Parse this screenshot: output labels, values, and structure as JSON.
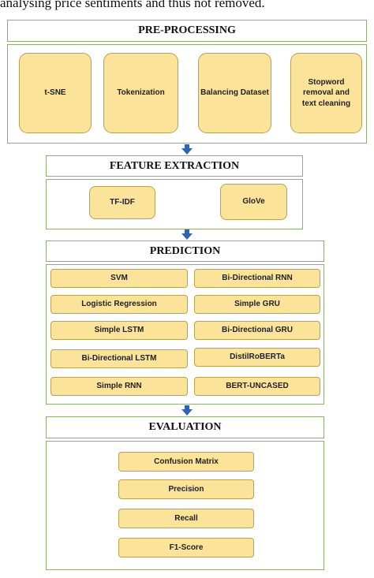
{
  "top_text": "analysing price sentiments and thus not removed.",
  "preprocessing": {
    "title": "PRE-PROCESSING",
    "items": [
      "t-SNE",
      "Tokenization",
      "Balancing Dataset",
      "Stopword removal and text cleaning"
    ]
  },
  "feature_extraction": {
    "title": "FEATURE EXTRACTION",
    "items": [
      "TF-IDF",
      "GloVe"
    ]
  },
  "prediction": {
    "title": "PREDICTION",
    "left": [
      "SVM",
      "Logistic Regression",
      "Simple LSTM",
      "Bi-Directional LSTM",
      "Simple RNN"
    ],
    "right": [
      "Bi-Directional RNN",
      "Simple GRU",
      "Bi-Directional GRU",
      "DistilRoBERTa",
      "BERT-UNCASED"
    ]
  },
  "evaluation": {
    "title": "EVALUATION",
    "items": [
      "Confusion Matrix",
      "Precision",
      "Recall",
      "F1-Score"
    ]
  },
  "colors": {
    "box_fill": "#fbe39a",
    "border": "#8fae7a",
    "arrow": "#2e64b5"
  }
}
